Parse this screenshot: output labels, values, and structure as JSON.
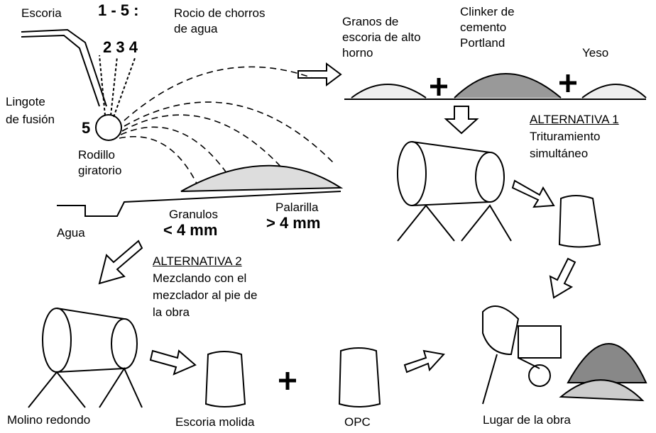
{
  "labels": {
    "escoria": "Escoria",
    "steps": "1 - 5 :",
    "nozzles": "2 3 4",
    "five": "5",
    "spray_line1": "Rocio de chorros",
    "spray_line2": "de agua",
    "ingot_line1": "Lingote",
    "ingot_line2": "de fusión",
    "roller_line1": "Rodillo",
    "roller_line2": "giratorio",
    "water": "Agua",
    "granules": "Granulos",
    "granules_size": "< 4 mm",
    "pellets": "Palarilla",
    "pellets_size": "> 4 mm",
    "slag_line1": "Granos de",
    "slag_line2": "escoria de alto",
    "slag_line3": "horno",
    "clinker_line1": "Clinker de",
    "clinker_line2": "cemento",
    "clinker_line3": "Portland",
    "gypsum": "Yeso",
    "alt1_title": "ALTERNATIVA 1",
    "alt1_line1": "Trituramiento",
    "alt1_line2": "simultáneo",
    "alt2_title": "ALTERNATIVA 2",
    "alt2_line1": "Mezclando con el",
    "alt2_line2": "mezclador al pie de",
    "alt2_line3": "la obra",
    "mill": "Molino redondo",
    "ground_slag": "Escoria molida",
    "opc": "OPC",
    "site": "Lugar de la obra"
  }
}
